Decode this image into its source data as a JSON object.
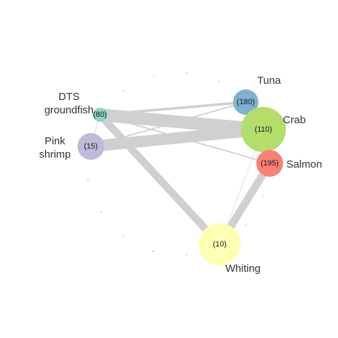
{
  "colors": {
    "edge": "#d0d0d0",
    "text": "#333333"
  },
  "nodes": [
    {
      "id": "dts",
      "name_lines": [
        "DTS",
        "groundfish"
      ],
      "count": "(80)",
      "color": "#8dd3c7"
    },
    {
      "id": "tuna",
      "name_lines": [
        "Tuna"
      ],
      "count": "(180)",
      "color": "#80b1d3"
    },
    {
      "id": "crab",
      "name_lines": [
        "Crab"
      ],
      "count": "(110)",
      "color": "#b3de69"
    },
    {
      "id": "pink",
      "name_lines": [
        "Pink",
        "shrimp"
      ],
      "count": "(15)",
      "color": "#bebada"
    },
    {
      "id": "salmon",
      "name_lines": [
        "Salmon"
      ],
      "count": "(195)",
      "color": "#fb8072"
    },
    {
      "id": "whiting",
      "name_lines": [
        "Whiting"
      ],
      "count": "(10)",
      "color": "#ffffb3"
    }
  ],
  "edges": [
    {
      "from": "dts",
      "to": "crab",
      "weight": 10
    },
    {
      "from": "pink",
      "to": "crab",
      "weight": 9
    },
    {
      "from": "dts",
      "to": "whiting",
      "weight": 6
    },
    {
      "from": "salmon",
      "to": "whiting",
      "weight": 6
    },
    {
      "from": "dts",
      "to": "tuna",
      "weight": 2
    },
    {
      "from": "pink",
      "to": "tuna",
      "weight": 1
    },
    {
      "from": "dts",
      "to": "salmon",
      "weight": 1
    },
    {
      "from": "dts",
      "to": "pink",
      "weight": 0.5
    },
    {
      "from": "crab",
      "to": "whiting",
      "weight": 0.3
    }
  ]
}
